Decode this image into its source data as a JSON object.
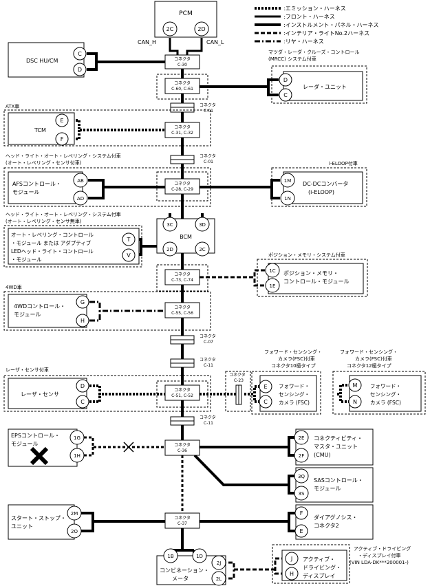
{
  "legend": [
    {
      "label": ":エミッション・ハーネス",
      "style": "emission"
    },
    {
      "label": ":フロント・ハーネス",
      "style": "front"
    },
    {
      "label": ":インストルメント・パネル・ハーネス",
      "style": "instrument"
    },
    {
      "label": ":インテリア・ライトNo.2ハーネス",
      "style": "interior"
    },
    {
      "label": ":リヤ・ハーネス",
      "style": "rear"
    }
  ],
  "pcm": {
    "label": "PCM",
    "pin_l": "2C",
    "pin_r": "2D",
    "can_h": "CAN_H",
    "can_l": "CAN_L"
  },
  "connectors": {
    "c30": {
      "l1": "コネクタ",
      "l2": "C-30"
    },
    "c60": {
      "l1": "コネクタ",
      "l2": "C-60, C-61"
    },
    "c01a": {
      "l1": "コネクタ",
      "l2": "C-01"
    },
    "c31": {
      "l1": "コネクタ",
      "l2": "C-31, C-32"
    },
    "c01b": {
      "l1": "コネクタ",
      "l2": "C-01"
    },
    "c28": {
      "l1": "コネクタ",
      "l2": "C-28, C-29"
    },
    "c73": {
      "l1": "コネクタ",
      "l2": "C-73, C-74"
    },
    "c55": {
      "l1": "コネクタ",
      "l2": "C-55, C-56"
    },
    "c07": {
      "l1": "コネクタ",
      "l2": "C-07"
    },
    "c11a": {
      "l1": "コネクタ",
      "l2": "C-11"
    },
    "c51": {
      "l1": "コネクタ",
      "l2": "C-51, C-52"
    },
    "c11b": {
      "l1": "コネクタ",
      "l2": "C-11"
    },
    "c36": {
      "l1": "コネクタ",
      "l2": "C-36"
    },
    "c37": {
      "l1": "コネクタ",
      "l2": "C-37"
    },
    "c23": {
      "l1": "コネクタ",
      "l2": "C-23"
    }
  },
  "modules": {
    "dsc": {
      "label": "DSC HU/CM",
      "pins": [
        "C",
        "D"
      ]
    },
    "radar": {
      "label": "レーダ・ユニット",
      "pins": [
        "D",
        "C"
      ],
      "note1": "マツダ・レーダ・クルーズ・コントロール",
      "note2": "(MRCC) システム付車"
    },
    "tcm": {
      "label": "TCM",
      "pins": [
        "E",
        "F"
      ],
      "note": "ATX車"
    },
    "afs": {
      "l1": "AFSコントロール・",
      "l2": "モジュール",
      "pins": [
        "AB",
        "AD"
      ],
      "note1": "ヘッド・ライト・オート・レベリング・システム付車",
      "note2": "(オート・レベリング・センサ付車)"
    },
    "dcdc": {
      "l1": "DC-DCコンバータ",
      "l2": "(i-ELOOP)",
      "pins": [
        "1M",
        "1N"
      ],
      "note": "i-ELOOP付車"
    },
    "autolevel": {
      "l1": "オート・レベリング・コントロール",
      "l2": "・モジュール または アダプティブ",
      "l3": "LEDヘッド・ライト・コントロール",
      "l4": "・モジュール",
      "pins": [
        "T",
        "V"
      ],
      "note1": "ヘッド・ライト・オート・レベリング・システム付車",
      "note2": "(オート・レベリング・センサ無車)"
    },
    "bcm": {
      "label": "BCM",
      "pins": [
        "3C",
        "3D",
        "2D",
        "2C"
      ]
    },
    "posmem": {
      "l1": "ポジション・メモリ・",
      "l2": "コントロール・モジュール",
      "pins": [
        "1C",
        "1E"
      ],
      "note": "ポジション・メモリ・システム付車"
    },
    "awd": {
      "l1": "4WDコントロール・",
      "l2": "モジュール",
      "pins": [
        "G",
        "H"
      ],
      "note": "4WD車"
    },
    "laser": {
      "label": "レーザ・センサ",
      "pins": [
        "D",
        "C"
      ],
      "note": "レーザ・センサ付車"
    },
    "fsc10": {
      "l1": "フォワード・",
      "l2": "センシング・",
      "l3": "カメラ (FSC)",
      "pins": [
        "E",
        "C"
      ],
      "note1": "フォワード・センシング・",
      "note2": "カメラ(FSC)付車",
      "note3": "コネクタ10極タイプ"
    },
    "fsc12": {
      "l1": "フォワード・",
      "l2": "センシング・",
      "l3": "カメラ (FSC)",
      "pins": [
        "M",
        "N"
      ],
      "note1": "フォワード・センシング・",
      "note2": "カメラ(FSC)付車",
      "note3": "コネクタ12極タイプ"
    },
    "eps": {
      "l1": "EPSコントロール・",
      "l2": "モジュール",
      "pins": [
        "1G",
        "1H"
      ]
    },
    "cmu": {
      "l1": "コネクティビティ・",
      "l2": "マスタ・ユニット",
      "l3": "(CMU)",
      "pins": [
        "2E",
        "2F"
      ]
    },
    "sas": {
      "l1": "SASコントロール・",
      "l2": "モジュール",
      "pins": [
        "3Q",
        "3S"
      ]
    },
    "startstop": {
      "l1": "スタート・ストップ・",
      "l2": "ユニット",
      "pins": [
        "2M",
        "2O"
      ]
    },
    "diag": {
      "l1": "ダイアグノシス・",
      "l2": "コネクタ2",
      "pins": [
        "F",
        "E"
      ]
    },
    "meter": {
      "l1": "コンビネーション・",
      "l2": "メータ",
      "pins": [
        "1B",
        "1D",
        "2J",
        "2L"
      ]
    },
    "adisp": {
      "l1": "アクティブ・",
      "l2": "ドライビング・",
      "l3": "ディスプレイ",
      "pins": [
        "J",
        "H"
      ],
      "note1": "アクティブ・ドライビング",
      "note2": "・ディスプレイ付車",
      "note3": "(VIN LDA-DK***200001-)"
    }
  }
}
